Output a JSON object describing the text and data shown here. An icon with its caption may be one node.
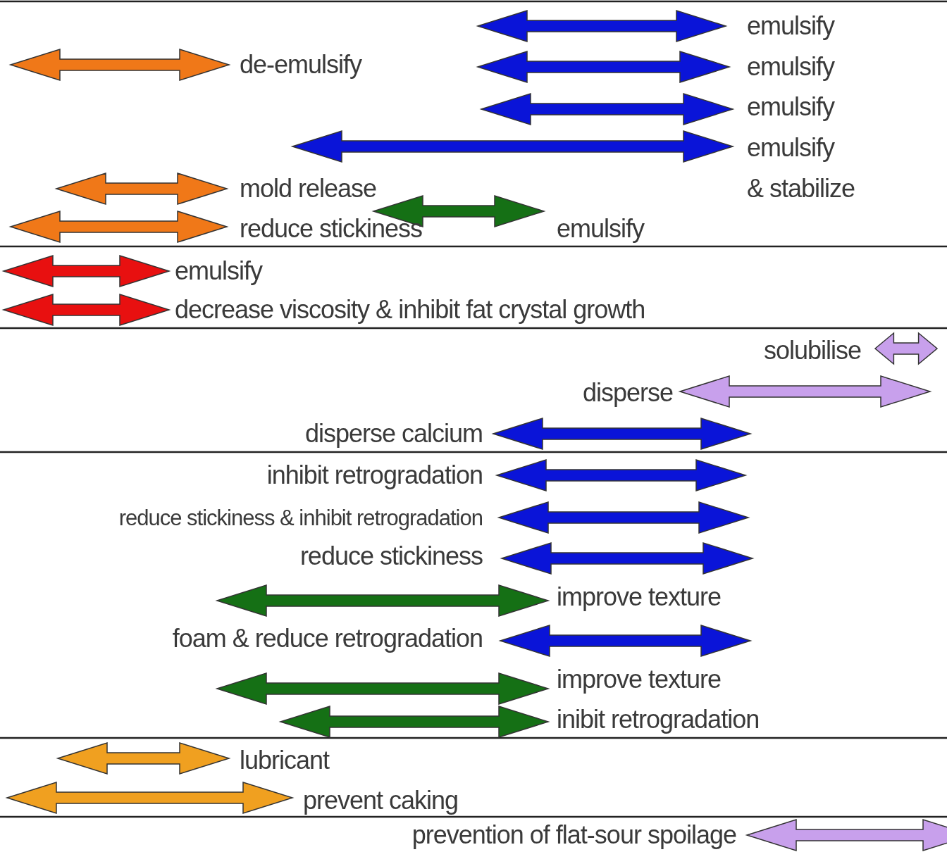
{
  "diagram": {
    "labels": [
      "emulsify",
      "de-emulsify",
      "emulsify",
      "emulsify",
      "emulsify",
      "& stabilize",
      "mold release",
      "reduce stickiness",
      "emulsify",
      "emulsify",
      "decrease viscosity & inhibit fat crystal growth",
      "solubilise",
      "disperse",
      "disperse calcium",
      "inhibit retrogradation",
      "reduce stickiness & inhibit retrogradation",
      "reduce stickiness",
      "improve texture",
      "foam & reduce retrogradation",
      "improve texture",
      "inibit retrogradation",
      "lubricant",
      "prevent caking",
      "prevention of flat-sour spoilage"
    ]
  }
}
